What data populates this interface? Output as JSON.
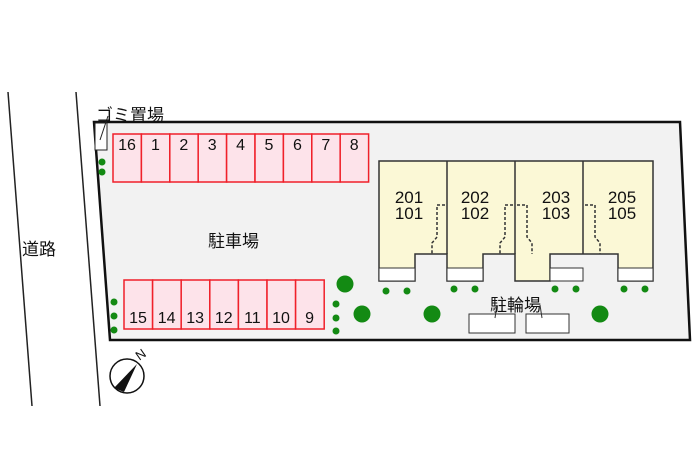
{
  "labels": {
    "garbage": "ゴミ置場",
    "parking": "駐車場",
    "road": "道路",
    "bicycle": "駐輪場",
    "north": "N"
  },
  "top_stalls": [
    "16",
    "1",
    "2",
    "3",
    "4",
    "5",
    "6",
    "7",
    "8"
  ],
  "bottom_stalls": [
    "15",
    "14",
    "13",
    "12",
    "11",
    "10",
    "9"
  ],
  "units": [
    {
      "upper": "201",
      "lower": "101"
    },
    {
      "upper": "202",
      "lower": "102"
    },
    {
      "upper": "203",
      "lower": "103"
    },
    {
      "upper": "205",
      "lower": "105"
    }
  ],
  "colors": {
    "stall_fill": "#fde3ea",
    "stall_border": "#f0202a",
    "building": "#fbf8d6",
    "lot": "#f2f2f2",
    "tree": "#138a13"
  }
}
